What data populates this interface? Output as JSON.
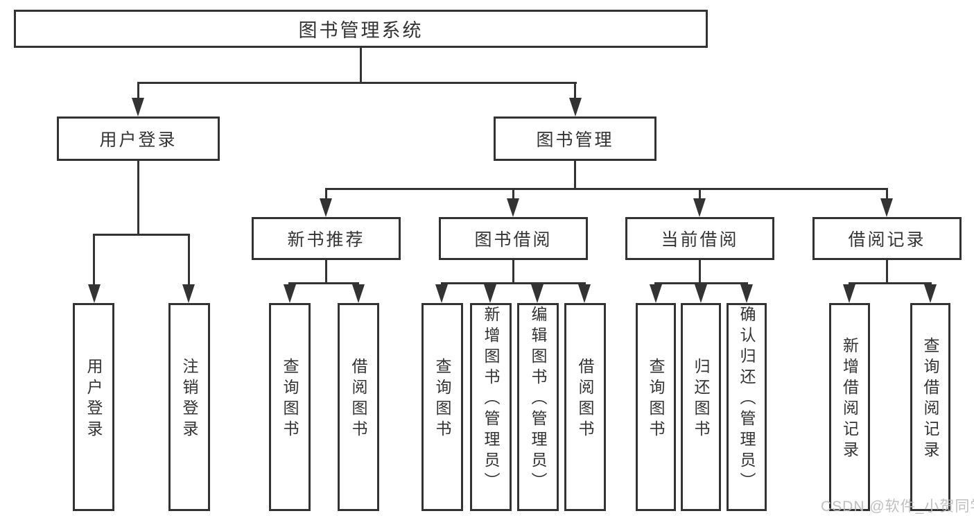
{
  "colors": {
    "line": "#333333",
    "text": "#333333",
    "watermark": "#b9b9b9",
    "background": "#ffffff"
  },
  "tree": {
    "root": {
      "label": "图书管理系统"
    },
    "branches": [
      {
        "label": "用户登录",
        "children": [
          "用户登录",
          "注销登录"
        ]
      },
      {
        "label": "图书管理",
        "modules": [
          {
            "label": "新书推荐",
            "children": [
              "查询图书",
              "借阅图书"
            ]
          },
          {
            "label": "图书借阅",
            "children": [
              "查询图书",
              "新增图书（管理员）",
              "编辑图书（管理员）",
              "借阅图书"
            ]
          },
          {
            "label": "当前借阅",
            "children": [
              "查询图书",
              "归还图书",
              "确认归还（管理员）"
            ]
          },
          {
            "label": "借阅记录",
            "children": [
              "新增借阅记录",
              "查询借阅记录"
            ]
          }
        ]
      }
    ]
  },
  "watermark": {
    "text": "CSDN @软件_小贺同学"
  }
}
